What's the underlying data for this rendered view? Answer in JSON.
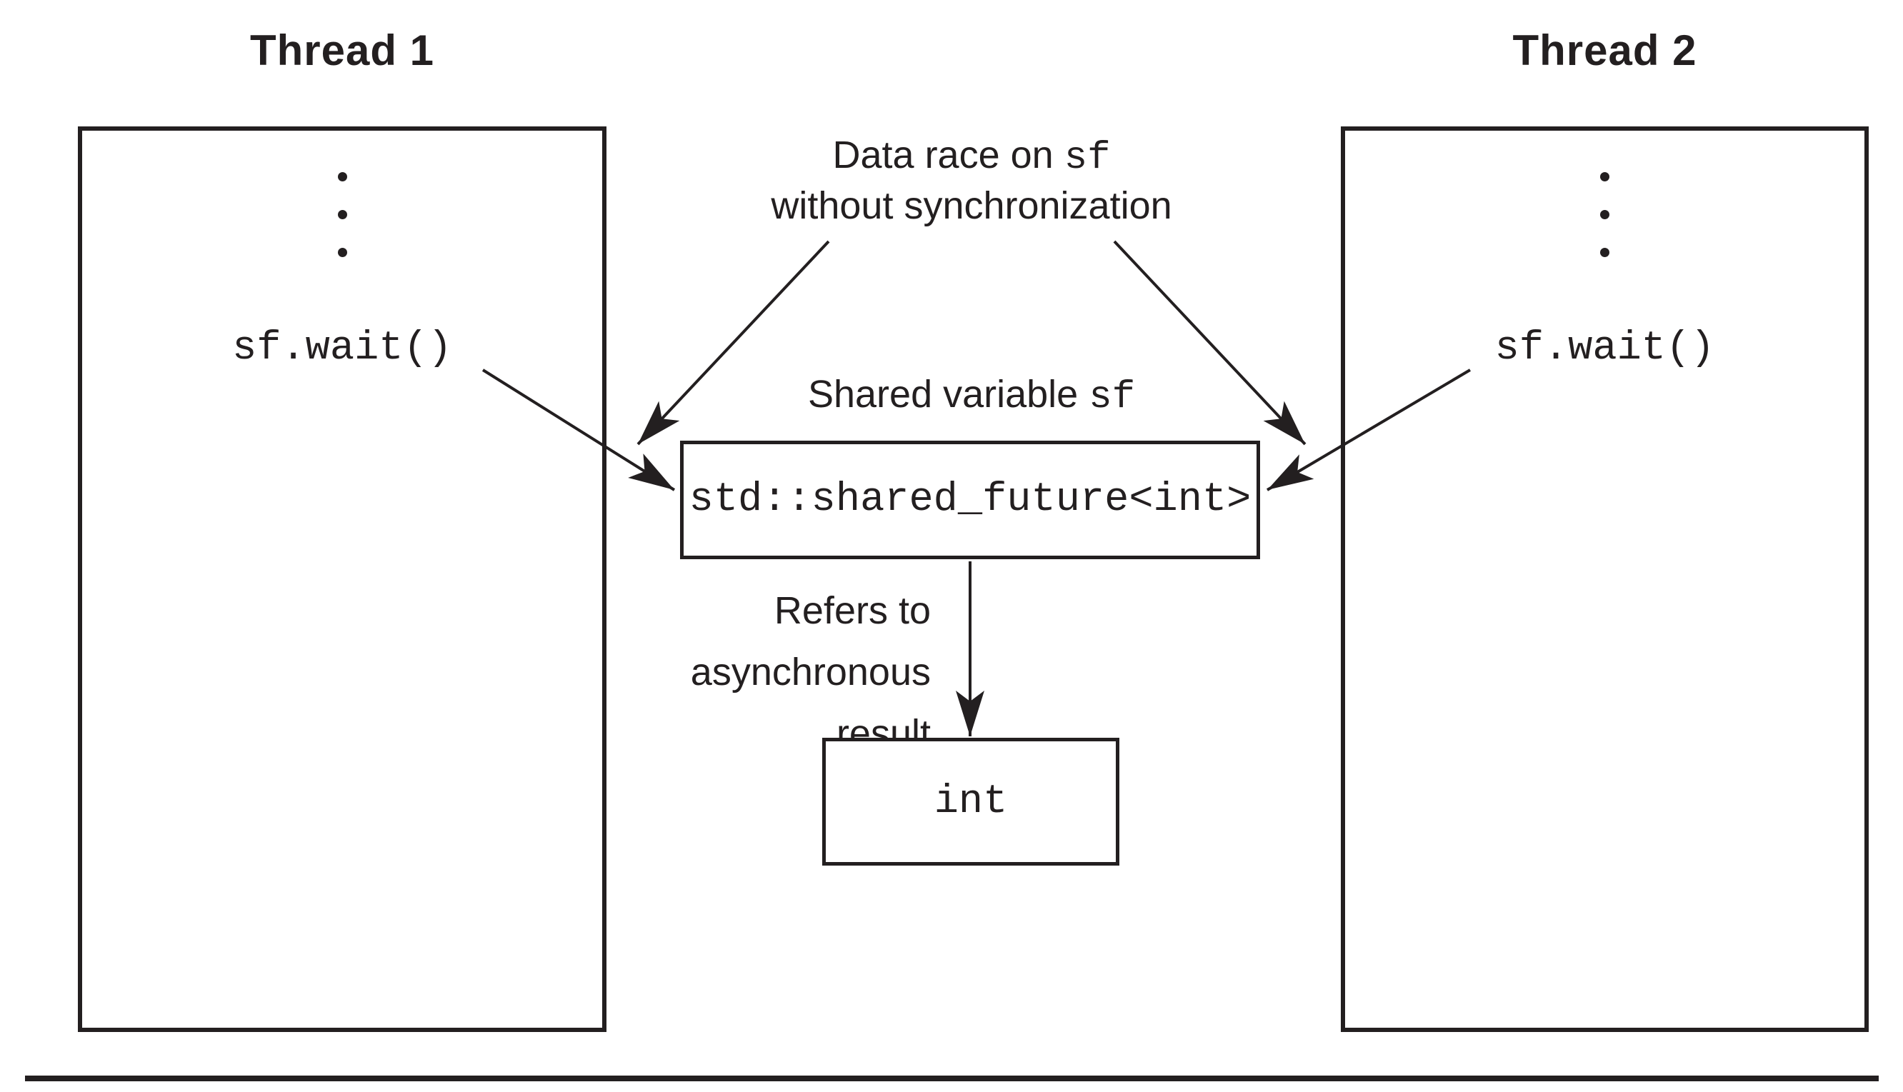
{
  "diagram": {
    "thread1": {
      "title": "Thread 1",
      "code_call": "sf.wait()"
    },
    "thread2": {
      "title": "Thread 2",
      "code_call": "sf.wait()"
    },
    "data_race_label": {
      "line1_text": "Data race on ",
      "line1_code": "sf",
      "line2": "without synchronization"
    },
    "shared_variable_label": {
      "text": "Shared variable ",
      "code": "sf"
    },
    "shared_future_box": {
      "code": "std::shared_future<int>"
    },
    "refers_label": {
      "line1": "Refers to",
      "line2": "asynchronous",
      "line3": "result"
    },
    "int_box": {
      "code": "int"
    },
    "colors": {
      "ink": "#231f20",
      "background": "#ffffff"
    }
  }
}
